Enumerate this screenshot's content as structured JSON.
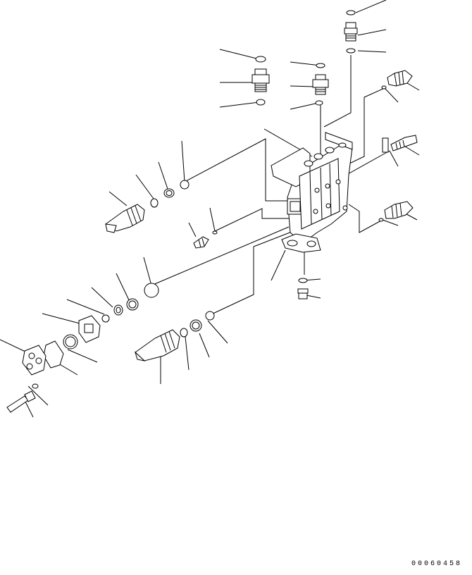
{
  "figure_code": "00060458",
  "parts": [
    {
      "id": "valve-body",
      "icon": "valve-body-casting"
    },
    {
      "id": "top-plug-right",
      "icon": "threaded-plug"
    },
    {
      "id": "top-plug-mid",
      "icon": "threaded-plug"
    },
    {
      "id": "top-plug-left",
      "icon": "threaded-plug"
    },
    {
      "id": "solenoid-valve-upper",
      "icon": "solenoid-cartridge"
    },
    {
      "id": "solenoid-valve-lower",
      "icon": "solenoid-cartridge"
    },
    {
      "id": "pressure-sensor-upper",
      "icon": "sensor"
    },
    {
      "id": "pressure-sensor-middle",
      "icon": "sensor"
    },
    {
      "id": "pressure-sensor-small",
      "icon": "sensor"
    },
    {
      "id": "bolt-right",
      "icon": "bolt"
    },
    {
      "id": "bottom-plug",
      "icon": "threaded-plug"
    },
    {
      "id": "flange-cover",
      "icon": "flange"
    },
    {
      "id": "gasket",
      "icon": "gasket"
    },
    {
      "id": "connector",
      "icon": "electrical-connector"
    },
    {
      "id": "cap-screw",
      "icon": "bolt"
    },
    {
      "id": "washer",
      "icon": "washer"
    }
  ]
}
